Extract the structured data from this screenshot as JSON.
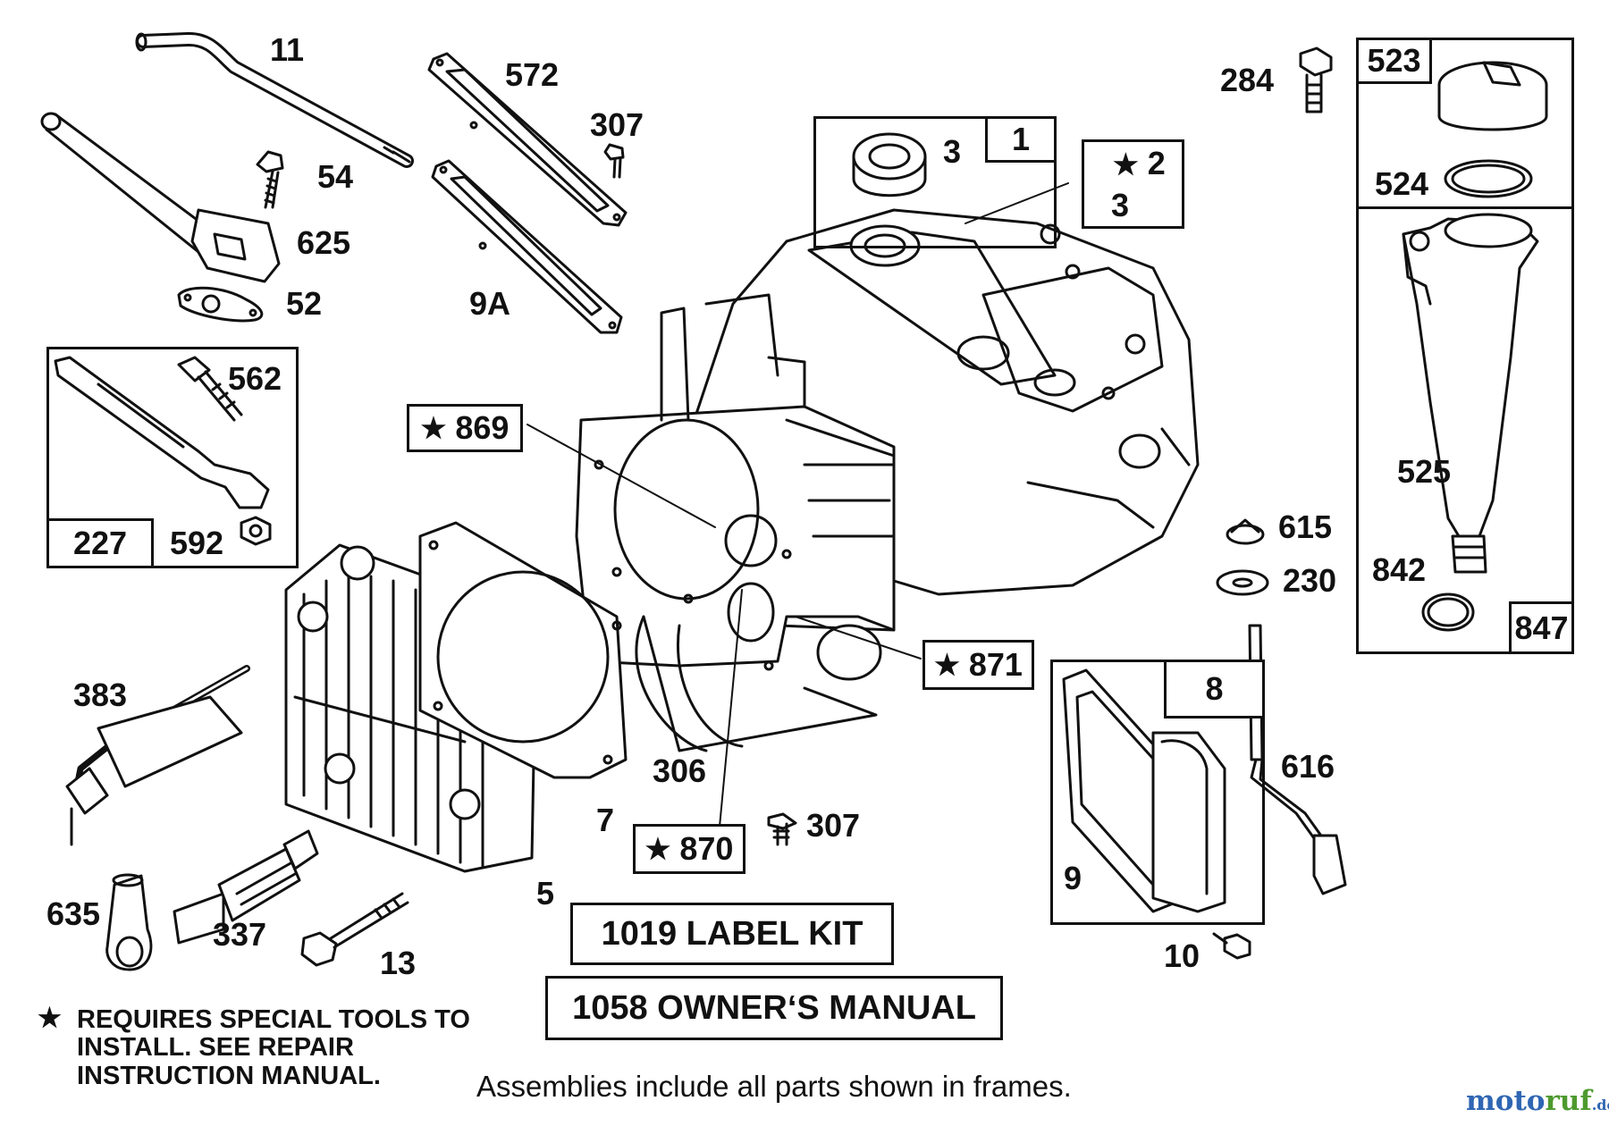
{
  "parts": {
    "p11": "11",
    "p54": "54",
    "p625": "625",
    "p52": "52",
    "p572": "572",
    "p307a": "307",
    "p9A": "9A",
    "p562": "562",
    "p227": "227",
    "p592": "592",
    "p869": "869",
    "p3a": "3",
    "p1": "1",
    "p2": "2",
    "p3b": "3",
    "p284": "284",
    "p523": "523",
    "p524": "524",
    "p525": "525",
    "p842": "842",
    "p847": "847",
    "p615": "615",
    "p230": "230",
    "p871": "871",
    "p8": "8",
    "p616": "616",
    "p383": "383",
    "p306": "306",
    "p7": "7",
    "p870": "870",
    "p307b": "307",
    "p5": "5",
    "p635": "635",
    "p337": "337",
    "p13": "13",
    "p9": "9",
    "p10": "10"
  },
  "star_glyph": "★",
  "banners": {
    "label_kit": "1019 LABEL KIT",
    "owners_manual": "1058 OWNER‘S MANUAL"
  },
  "notes": {
    "special_tools": "REQUIRES SPECIAL TOOLS TO INSTALL.  SEE REPAIR INSTRUCTION MANUAL."
  },
  "footer": "Assemblies include all parts shown in frames.",
  "watermark": "motoruf.de",
  "colors": {
    "line": "#111111",
    "watermark_blue": "#2f66b3",
    "watermark_green": "#4e9a2f"
  }
}
